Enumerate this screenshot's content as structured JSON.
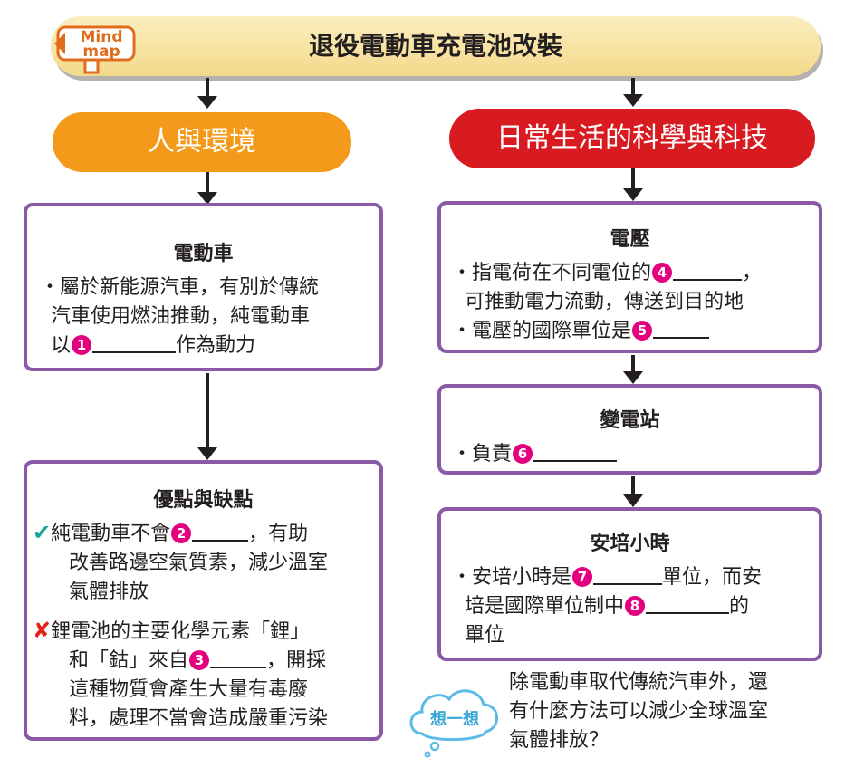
{
  "header": {
    "logo_word1": "Mind",
    "logo_word2": "map",
    "title": "退役電動車充電池改裝"
  },
  "left": {
    "category": "人與環境",
    "box1": {
      "title": "電動車",
      "lines": [
        "・屬於新能源汽車，有別於傳統",
        "汽車使用燃油推動，純電動車",
        "以",
        "作為動力"
      ],
      "badge": "1"
    },
    "box2": {
      "title": "優點與缺點",
      "pro_lines": [
        "純電動車不會",
        "，有助",
        "改善路邊空氣質素，減少溫室",
        "氣體排放"
      ],
      "pro_badge": "2",
      "con_lines": [
        "鋰電池的主要化學元素「鋰」",
        "和「鈷」來自",
        "，開採",
        "這種物質會產生大量有毒廢",
        "料，處理不當會造成嚴重污染"
      ],
      "con_badge": "3"
    }
  },
  "right": {
    "category": "日常生活的科學與科技",
    "box1": {
      "title": "電壓",
      "lines": [
        "・指電荷在不同電位的",
        "，",
        "可推動電力流動，傳送到目的地",
        "・電壓的國際單位是"
      ],
      "badge_a": "4",
      "badge_b": "5"
    },
    "box2": {
      "title": "變電站",
      "line": "・負責",
      "badge": "6"
    },
    "box3": {
      "title": "安培小時",
      "lines": [
        "・安培小時是",
        "單位，而安",
        "培是國際單位制中",
        "的",
        "單位"
      ],
      "badge_a": "7",
      "badge_b": "8"
    }
  },
  "think": {
    "label": "想一想",
    "lines": [
      "除電動車取代傳統汽車外，還",
      "有什麼方法可以減少全球溫室",
      "氣體排放？"
    ]
  },
  "colors": {
    "banner": "#f6dc8f",
    "orange": "#f39a1a",
    "red": "#d71b21",
    "box_border": "#8a5aa6",
    "badge": "#e3007f",
    "check": "#17a39a",
    "cross": "#e2231a",
    "think_cloud": "#5bbbe6"
  }
}
